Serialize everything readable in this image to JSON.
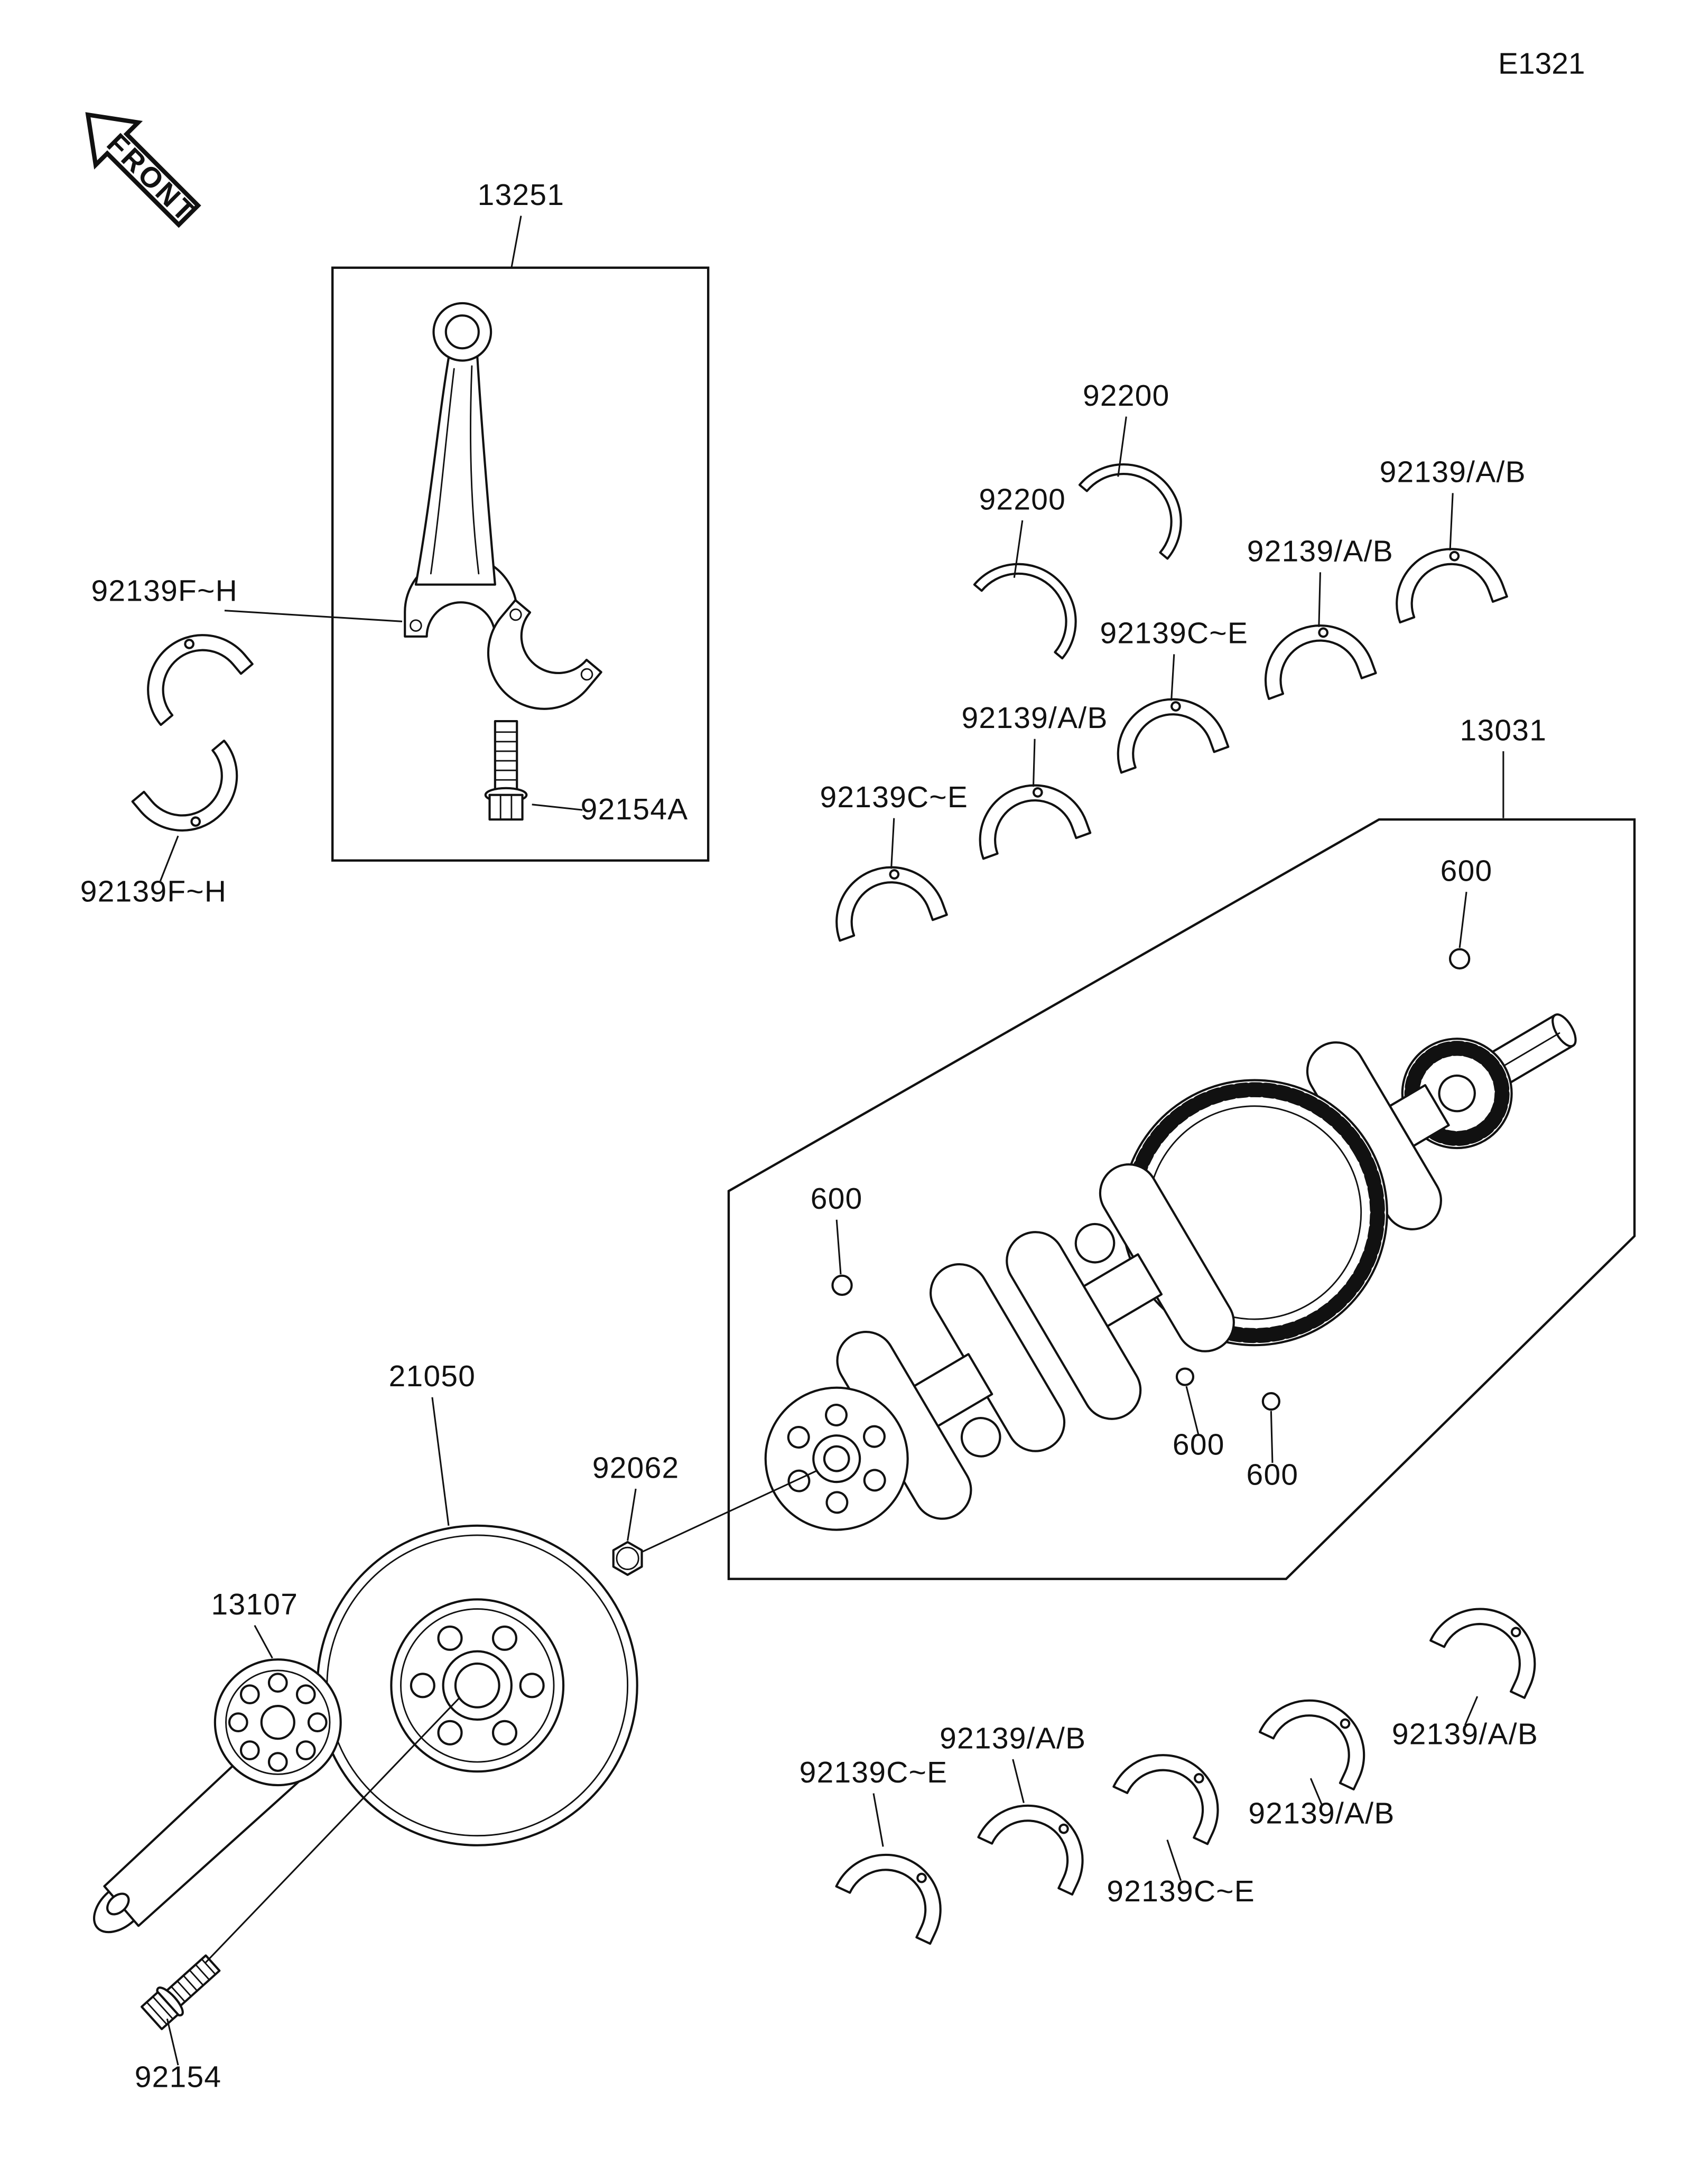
{
  "page": {
    "code": "E1321",
    "front": "FRONT"
  },
  "labels": {
    "part_13251": "13251",
    "part_13031": "13031",
    "part_21050": "21050",
    "part_13107": "13107",
    "part_92154": "92154",
    "part_92154a": "92154A",
    "part_92062": "92062",
    "part_92200": "92200",
    "part_92139_fh": "92139F~H",
    "part_92139_ab": "92139/A/B",
    "part_92139_ce": "92139C~E",
    "part_600": "600"
  }
}
